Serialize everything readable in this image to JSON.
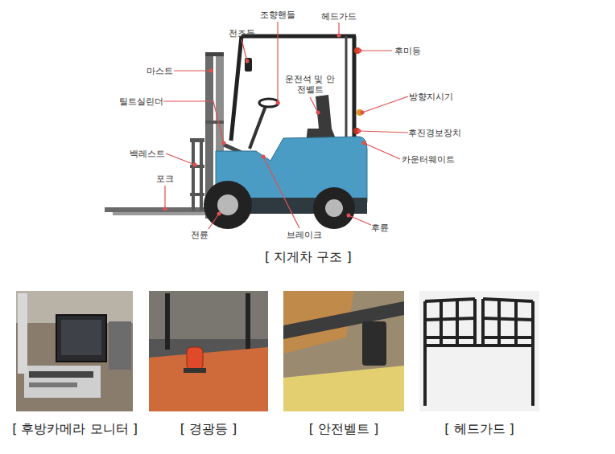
{
  "diagram": {
    "caption": "[ 지게차 구조 ]",
    "nodes": [
      {
        "text": [
          "[ 후방카메라 모니터 ]"
        ]
      },
      {
        "text": [
          "[ 경광등 ]"
        ]
      },
      {
        "text": [
          "[ 안전벨트 ]"
        ]
      },
      {
        "text": [
          "[ 헤드가드 ]"
        ]
      }
    ],
    "labels": [
      "전조등",
      "조향핸들",
      "헤드가드",
      "후미등",
      "마스트",
      "운전석 및 안전벨트",
      "틸트실린더",
      "방향지시기",
      "후진경보장치",
      "백레스트",
      "카운터웨이트",
      "포크",
      "전륜",
      "브레이크",
      "후륜"
    ]
  }
}
